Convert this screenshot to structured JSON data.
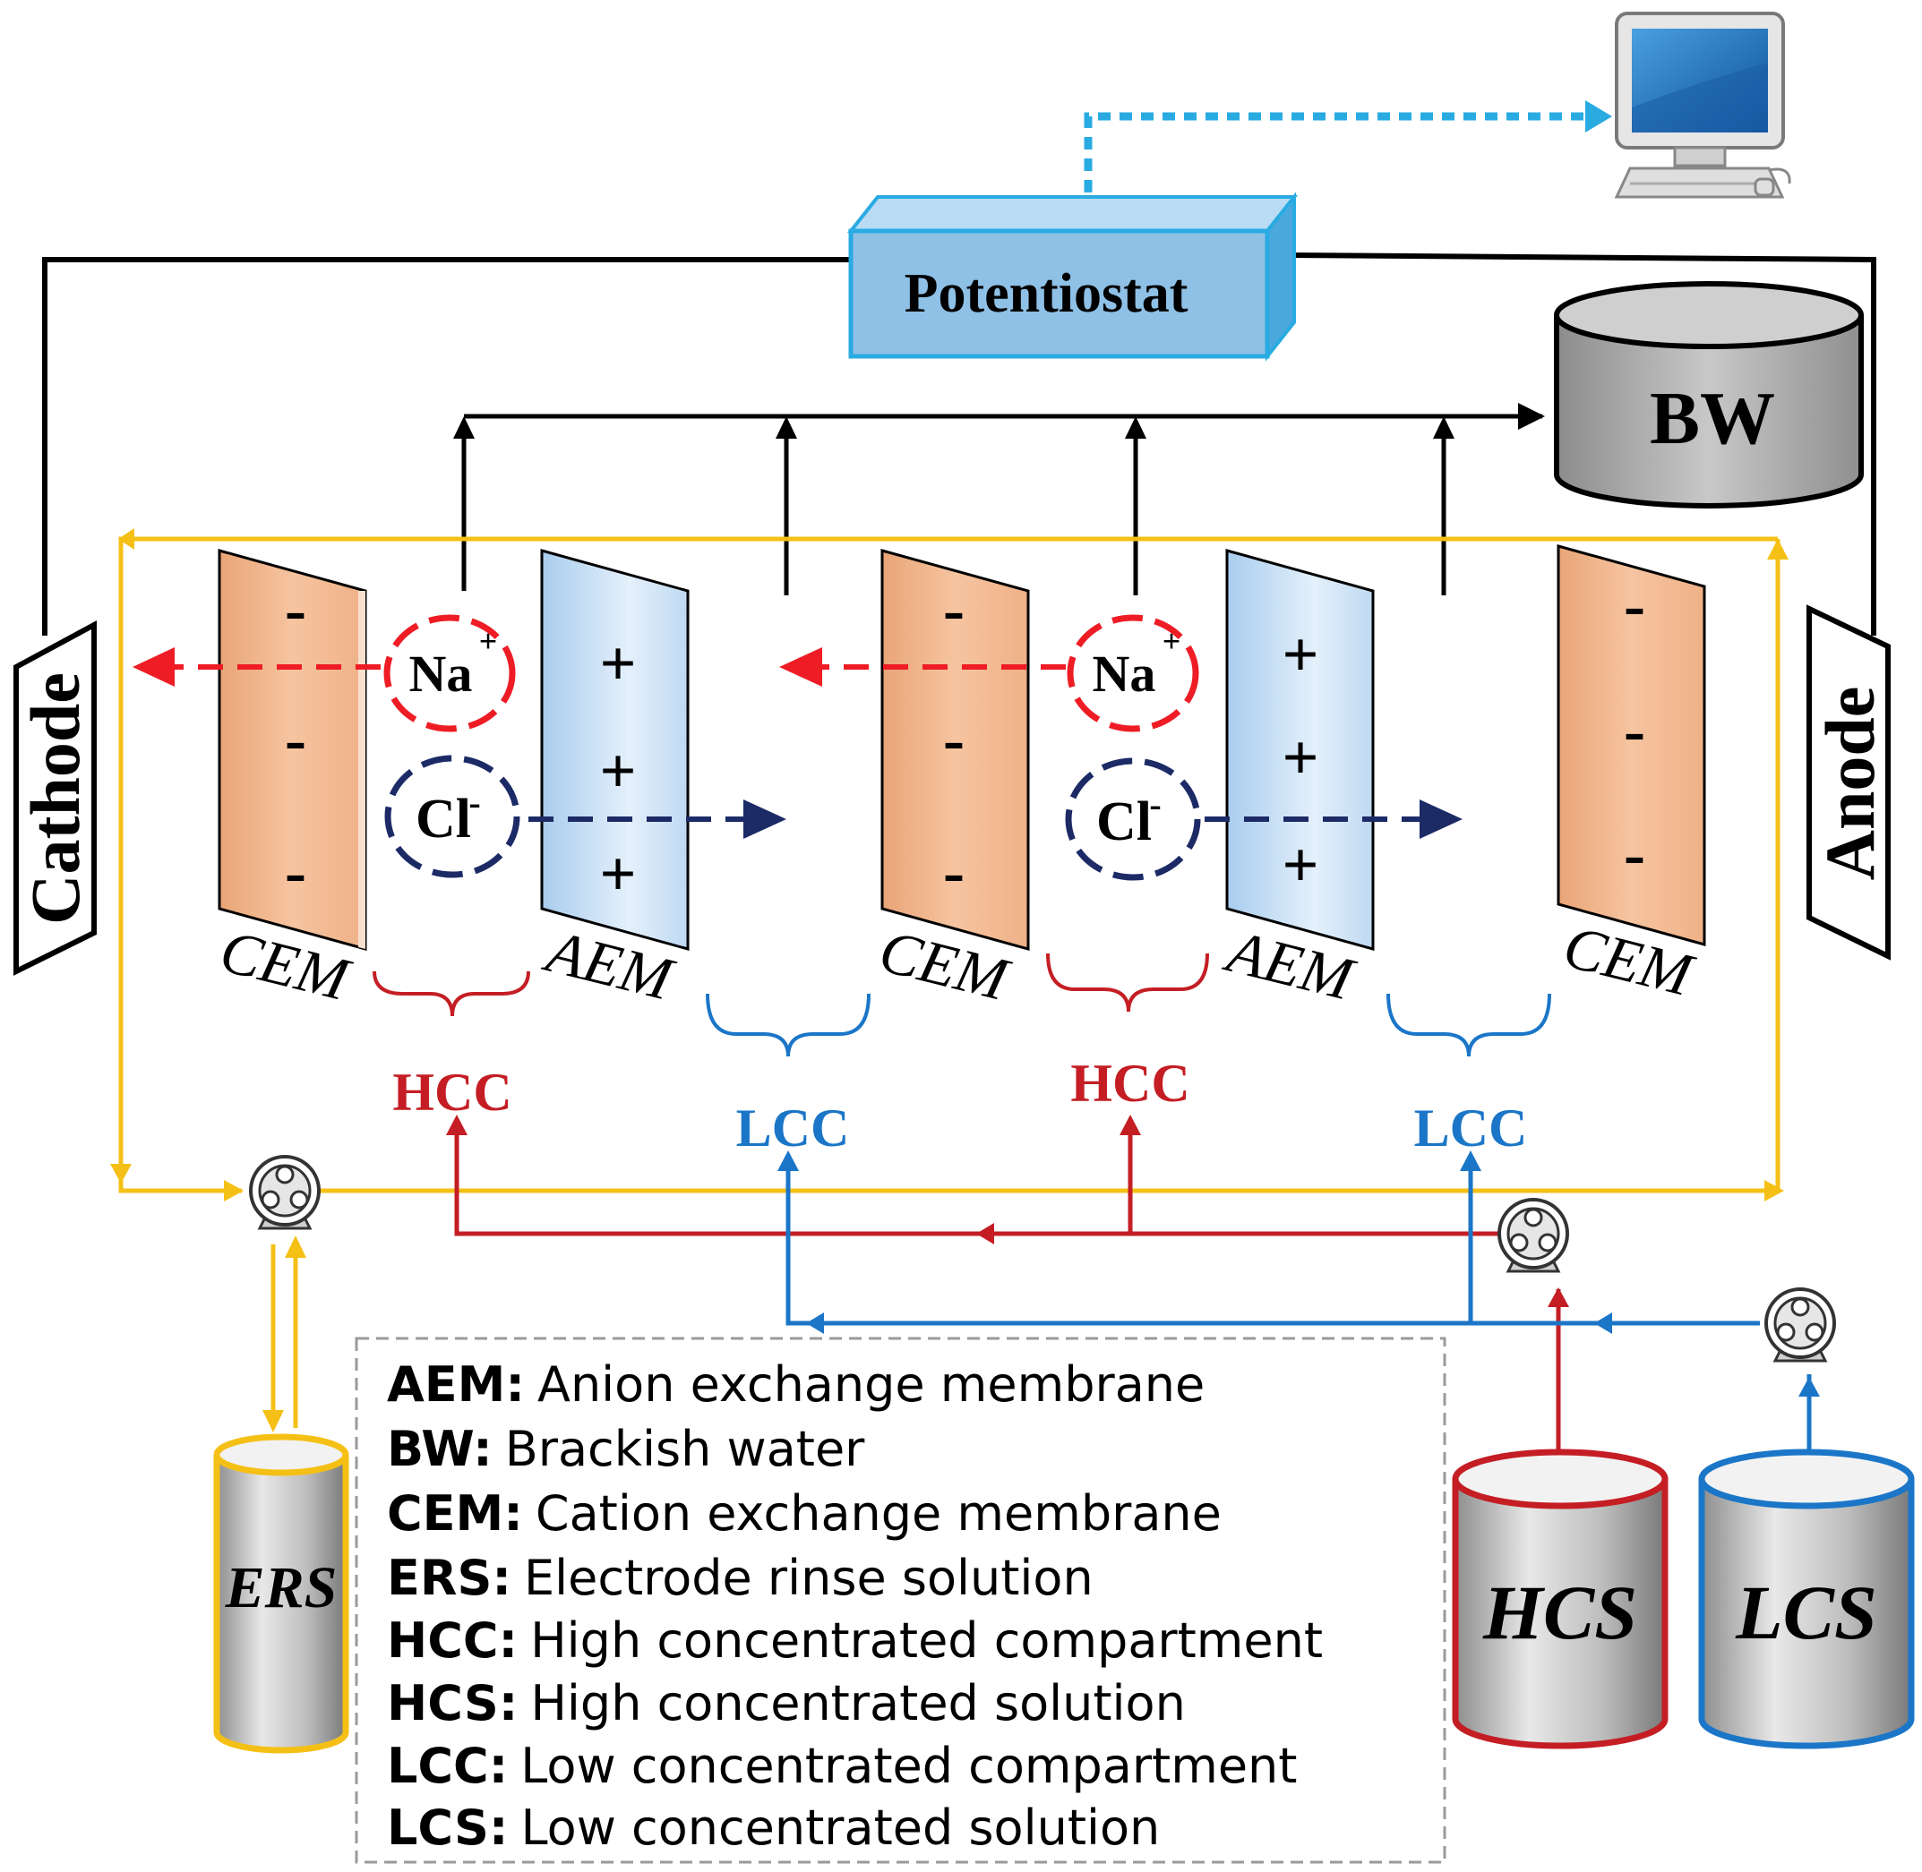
{
  "devices": {
    "potentiostat": "Potentiostat",
    "bw": "BW",
    "cathode": "Cathode",
    "anode": "Anode"
  },
  "membranes": {
    "cem": "CEM",
    "aem": "AEM",
    "negative_sign": "-",
    "positive_sign": "+"
  },
  "compartments": {
    "hcc": "HCC",
    "lcc": "LCC"
  },
  "ions": {
    "na": "Na",
    "na_charge": "+",
    "cl": "Cl",
    "cl_charge": "-"
  },
  "tanks": {
    "ers": "ERS",
    "hcs": "HCS",
    "lcs": "LCS"
  },
  "legend": [
    {
      "abbr": "AEM:",
      "desc": "Anion exchange membrane"
    },
    {
      "abbr": "BW:",
      "desc": "Brackish water"
    },
    {
      "abbr": "CEM:",
      "desc": "Cation exchange membrane"
    },
    {
      "abbr": "ERS:",
      "desc": "Electrode rinse solution"
    },
    {
      "abbr": "HCC:",
      "desc": "High concentrated compartment"
    },
    {
      "abbr": "HCS:",
      "desc": "High concentrated solution"
    },
    {
      "abbr": "LCC:",
      "desc": "Low concentrated compartment"
    },
    {
      "abbr": "LCS:",
      "desc": "Low concentrated solution"
    }
  ],
  "colors": {
    "yellow_loop": "#f5c016",
    "red_flow": "#c41e24",
    "blue_flow": "#1b76c8",
    "ion_red": "#ee1c24",
    "ion_navy": "#1c2a66",
    "data_link": "#29abe2",
    "potentiostat_fill": "#8fc0e6",
    "cem_fill": "#f3b78e",
    "aem_fill": "#cfe3f6"
  },
  "icons": [
    "computer-icon",
    "pump-icon"
  ]
}
